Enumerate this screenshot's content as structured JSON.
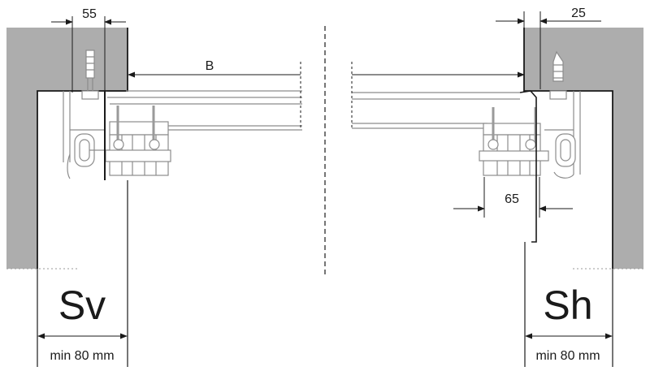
{
  "dimensions": {
    "left_top": "55",
    "right_top": "25",
    "width_label": "B",
    "bracket_offset": "65"
  },
  "labels": {
    "left_side": "Sv",
    "right_side": "Sh",
    "left_min": "min 80 mm",
    "right_min": "min 80 mm"
  },
  "colors": {
    "wall": "#adadad",
    "line": "#1a1a1a",
    "hardware": "#9a9a9a"
  }
}
